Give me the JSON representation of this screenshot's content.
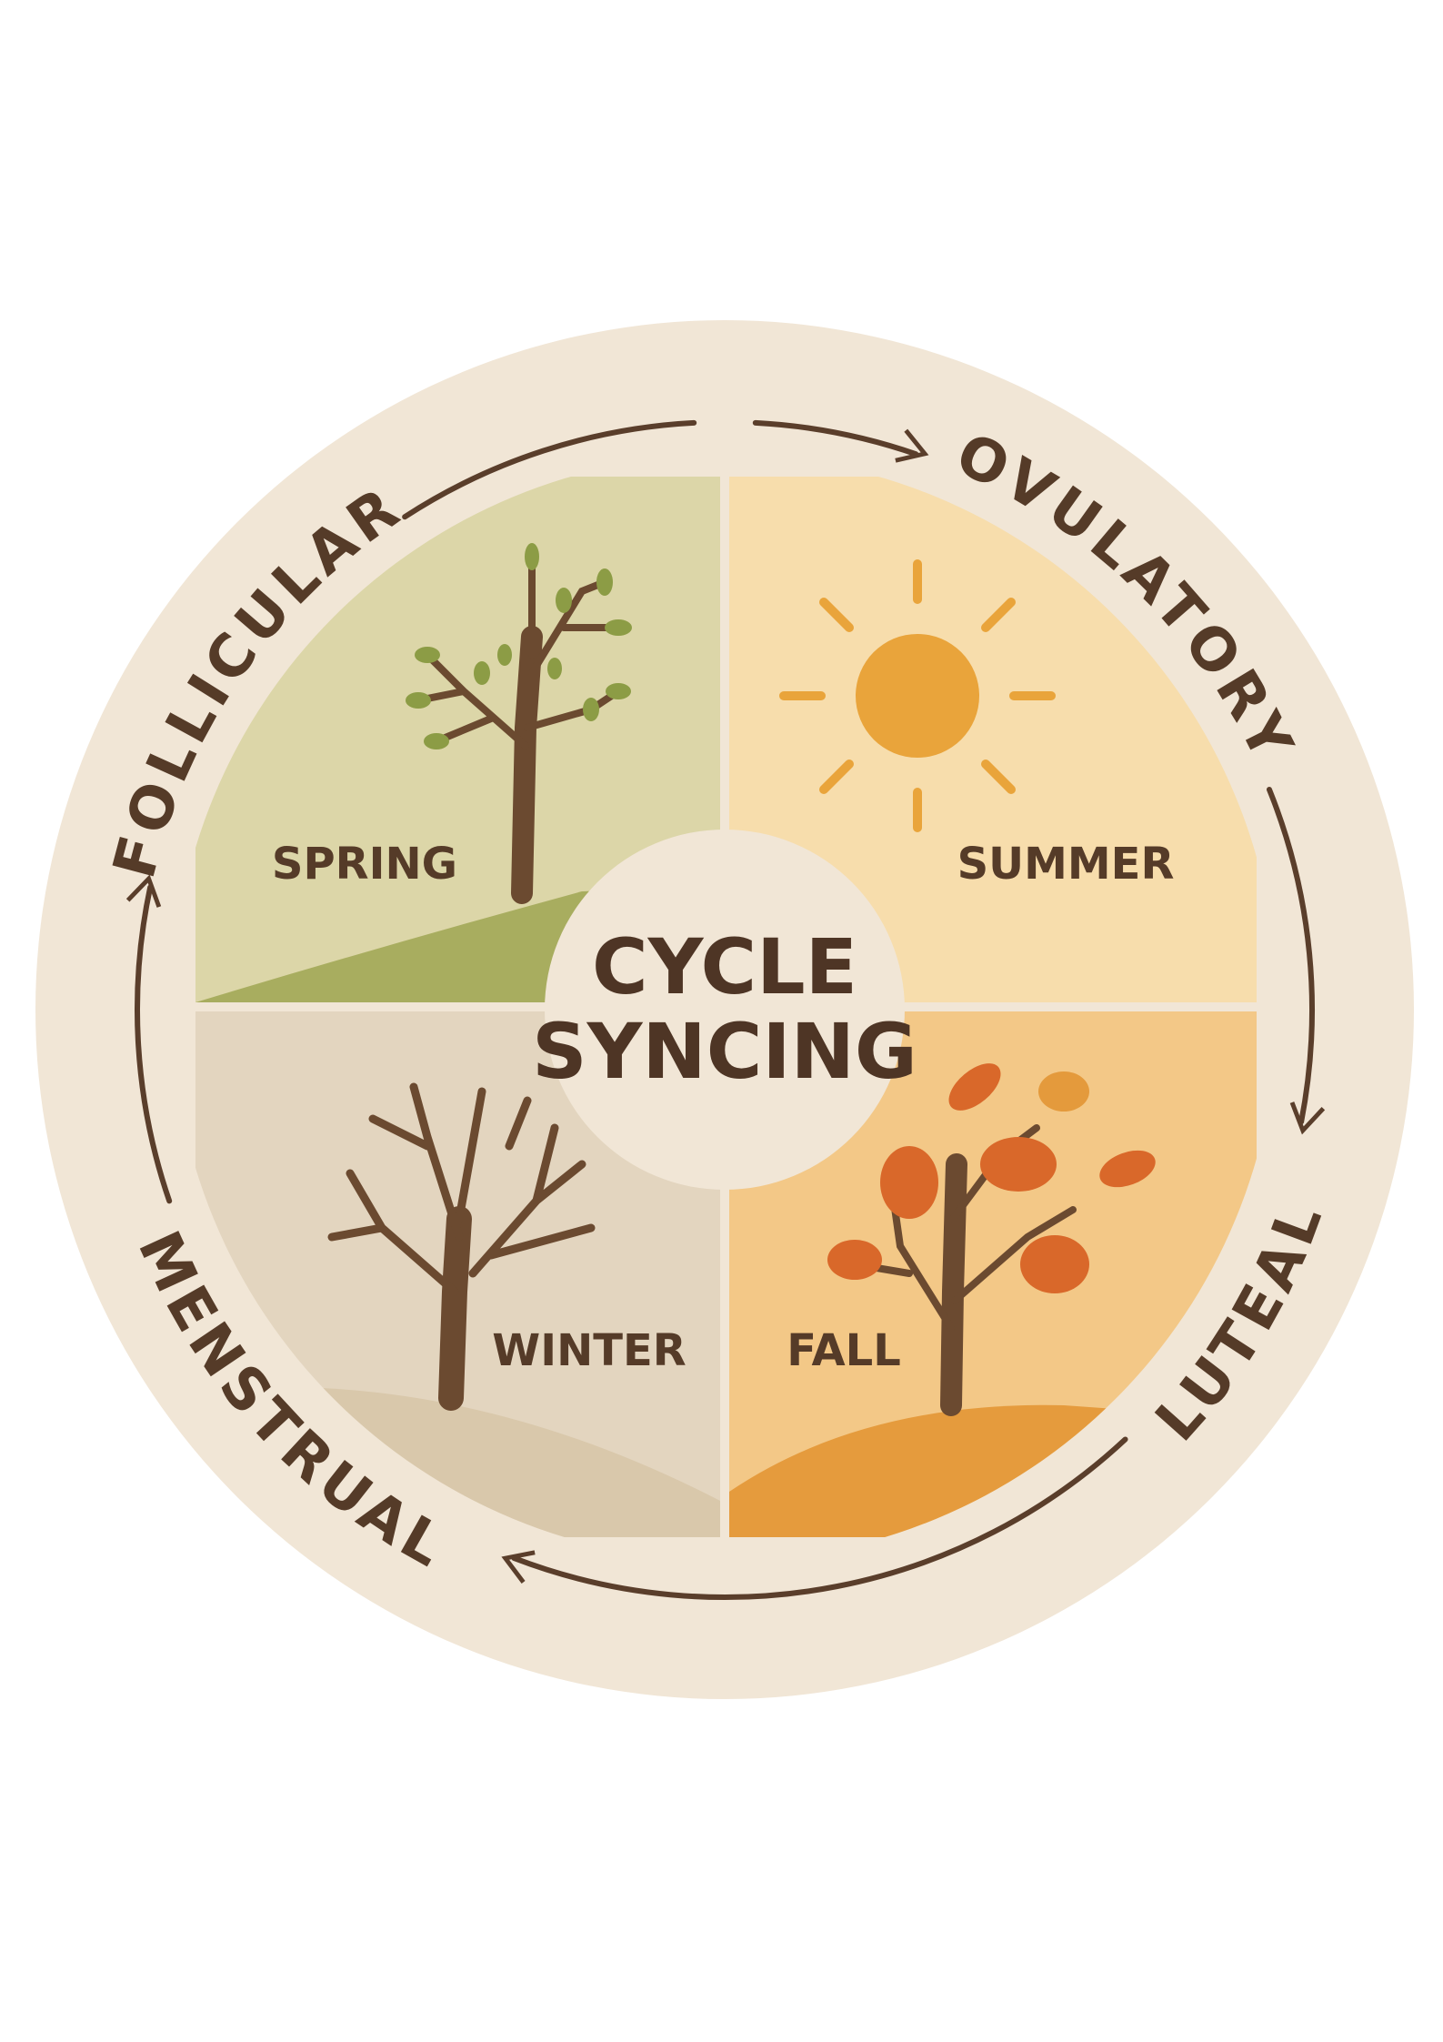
{
  "title": [
    "CYCLE",
    "SYNCING"
  ],
  "phases": {
    "follicular": "FOLLICULAR",
    "ovulatory": "OVULATORY",
    "luteal": "LUTEAL",
    "menstrual": "MENSTRUAL"
  },
  "seasons": {
    "spring": "SPRING",
    "summer": "SUMMER",
    "winter": "WINTER",
    "fall": "FALL"
  },
  "colors": {
    "ring": "#f1e6d6",
    "spring": "#dcd6a8",
    "summer": "#f7ddac",
    "winter": "#e3d5bf",
    "fall": "#f3c887",
    "text": "#553b28",
    "sun": "#e9a43b"
  }
}
